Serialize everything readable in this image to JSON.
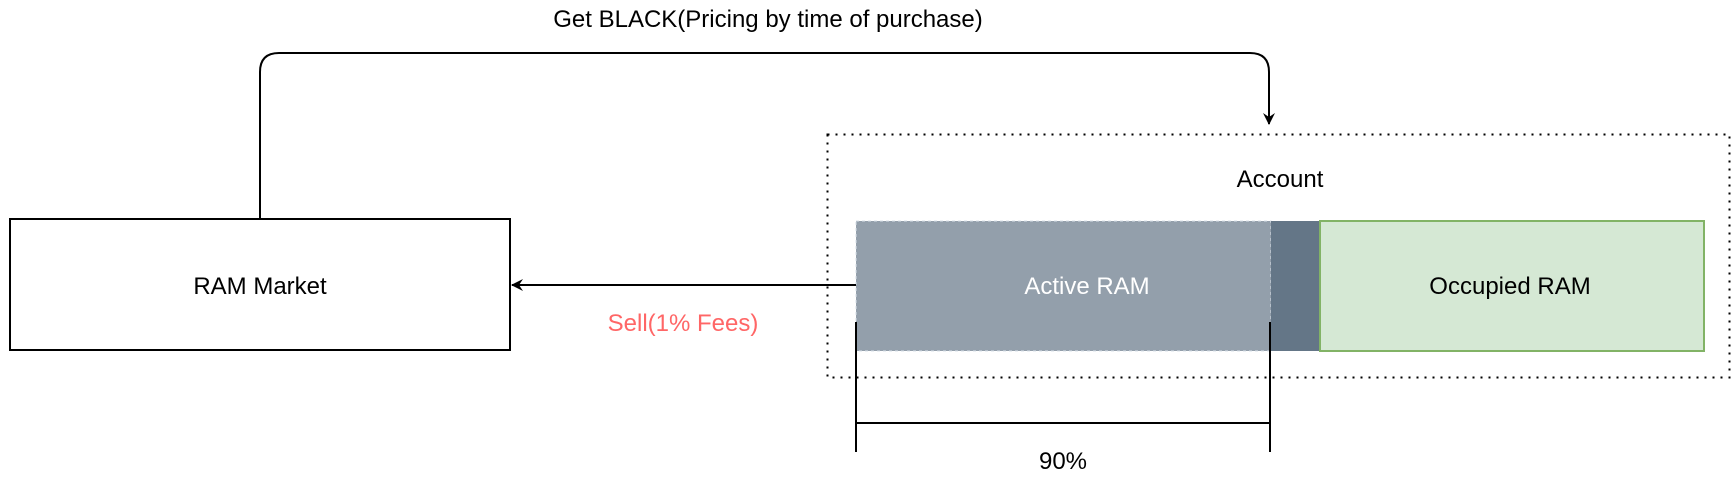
{
  "arrows": {
    "buy_label": "Get BLACK(Pricing by time of purchase)",
    "sell_label": "Sell(1% Fees)"
  },
  "market": {
    "label": "RAM Market"
  },
  "account": {
    "label": "Account",
    "active_ram_label": "Active RAM",
    "occupied_ram_label": "Occupied RAM"
  },
  "measure": {
    "label": "90%",
    "fraction": 0.9
  },
  "colors": {
    "sell_label": "#ff6666",
    "active_ram_fill": "#939fab",
    "active_ram_border": "#d9e0e8",
    "dark_segment_fill": "#647687",
    "occupied_ram_fill": "#d5e8d4",
    "occupied_ram_border": "#82b366",
    "stroke": "#000000",
    "white_text": "#ffffff"
  }
}
